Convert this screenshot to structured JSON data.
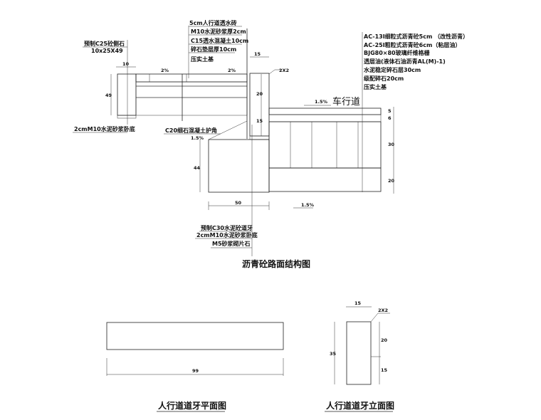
{
  "section": {
    "title": "沥青砼路面结构图",
    "road_label": "车行道",
    "left_curb": {
      "name": "预制C25砼侧石",
      "size": "10x25X49",
      "width_dim": "10",
      "height_dim": "49",
      "bed": "2cmM10水泥砂浆卧底"
    },
    "sidewalk_layers": [
      "5cm人行道透水砖",
      "M10水泥砂浆厚2cm",
      "C15透水混凝土10cm",
      "碎石垫层厚10cm",
      "压实土基"
    ],
    "sidewalk_slopes": [
      "2%",
      "2%"
    ],
    "curb_top_dim": "15",
    "chamfer": "2X2",
    "curb_dims": [
      "20",
      "15"
    ],
    "protect_corner": "C20细石混凝土护角",
    "protect_slope": "1.5%",
    "protect_height": "44",
    "base_width": "50",
    "road_slope_top": "1.5%",
    "road_slope_bottom": "1.5%",
    "road_layers": [
      "AC-13I细粒式沥青砼5cm （改性沥青）",
      "AC-25I粗粒式沥青砼6cm（粘层油）",
      "BJG80×80玻璃纤维格栅",
      "透层油(液体石油沥青AL(M)-1)",
      "水泥稳定碎石层30cm",
      "级配碎石20cm",
      "压实土基"
    ],
    "road_dims": [
      "5",
      "6",
      "30",
      "20"
    ],
    "curb_base_layers": [
      "预制C30水泥砼道牙",
      "2cmM10水泥砂浆卧底",
      "M5砂浆砌片石"
    ]
  },
  "plan": {
    "title": "人行道道牙平面图",
    "length_dim": "99"
  },
  "elevation": {
    "title": "人行道道牙立面图",
    "width_dim": "15",
    "chamfer": "2X2",
    "height_dim": "35",
    "upper_dim": "20",
    "lower_dim": "15"
  }
}
